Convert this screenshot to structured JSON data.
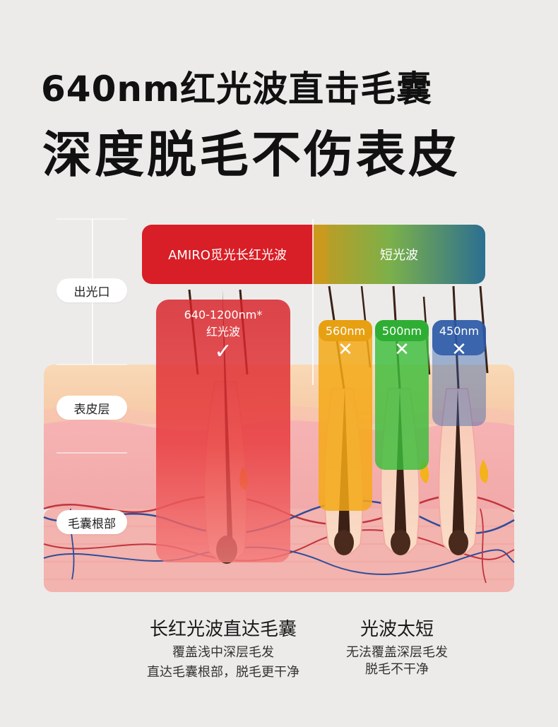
{
  "headline": {
    "line1": "640nm红光波直击毛囊",
    "line2": "深度脱毛不伤表皮"
  },
  "layers": {
    "outlet": "出光口",
    "epidermis": "表皮层",
    "follicle_root": "毛囊根部"
  },
  "bands": {
    "long": "AMIRO觅光长红光波",
    "short": "短光波"
  },
  "red_wave": {
    "range": "640-1200nm*",
    "name": "红光波",
    "mark": "✓"
  },
  "short_waves": [
    {
      "label": "560nm",
      "mark": "✕",
      "color": "#f0a818"
    },
    {
      "label": "500nm",
      "mark": "✕",
      "color": "#3cbe3c"
    },
    {
      "label": "450nm",
      "mark": "✕",
      "color": "#2a5aa8"
    }
  ],
  "captions": {
    "left": {
      "head": "长红光波直达毛囊",
      "line1": "覆盖浅中深层毛发",
      "line2": "直达毛囊根部，脱毛更干净"
    },
    "right": {
      "head": "光波太短",
      "line1": "无法覆盖深层毛发",
      "line2": "脱毛不干净"
    }
  },
  "colors": {
    "red": "#d81e26",
    "background": "#ecebe9"
  }
}
